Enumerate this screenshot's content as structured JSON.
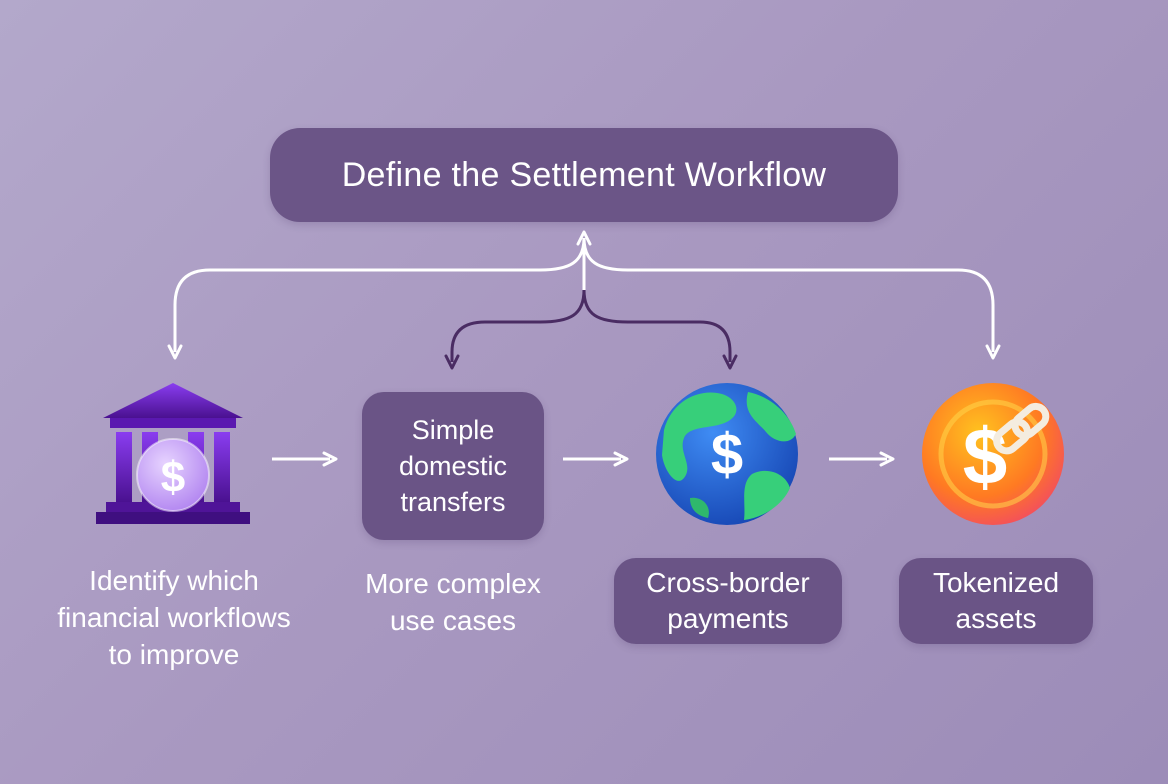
{
  "title": "Define the Settlement Workflow",
  "steps": [
    {
      "label": "Identify which\nfinancial workflows\nto improve",
      "icon": "bank-icon"
    },
    {
      "box_text": "Simple\ndomestic\ntransfers",
      "label": "More complex\nuse cases"
    },
    {
      "label": "Cross-border\npayments",
      "icon": "globe-dollar-icon"
    },
    {
      "label": "Tokenized\nassets",
      "icon": "coin-link-icon"
    }
  ],
  "icon_text": {
    "dollar": "$"
  },
  "colors": {
    "box_fill": "#6a5486",
    "white_arrow": "#ffffff",
    "dark_arrow": "#4a2c63",
    "bank_purple": "#6a1fd0",
    "globe_blue": "#1e66d8",
    "globe_green": "#35d07a",
    "coin_orange": "#ff8a1f"
  }
}
